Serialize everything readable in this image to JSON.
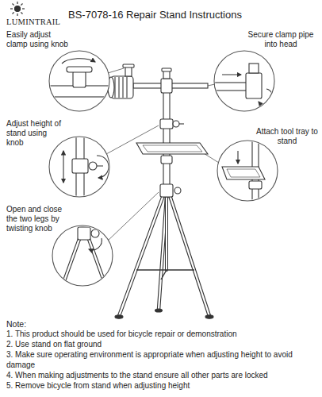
{
  "diagram": {
    "title": "BS-7078-16 Repair Stand Instructions",
    "labels": [
      "LUMINTRAIL",
      "Easily adjust clamp using knob",
      "Secure clamp pipe into head",
      "Adjust height of stand using knob",
      "Attach tool tray to stand",
      "Open and close the two legs by twisting knob",
      "Note:",
      "1. This product should be used for bicycle repair or demonstration",
      "2. Use stand on flat ground",
      "3. Make sure operating environment is appropriate when adjusting height to avoid damage",
      "4. When making adjustments to the stand ensure all other parts are locked",
      "5. Remove bicycle from stand when adjusting height"
    ]
  }
}
